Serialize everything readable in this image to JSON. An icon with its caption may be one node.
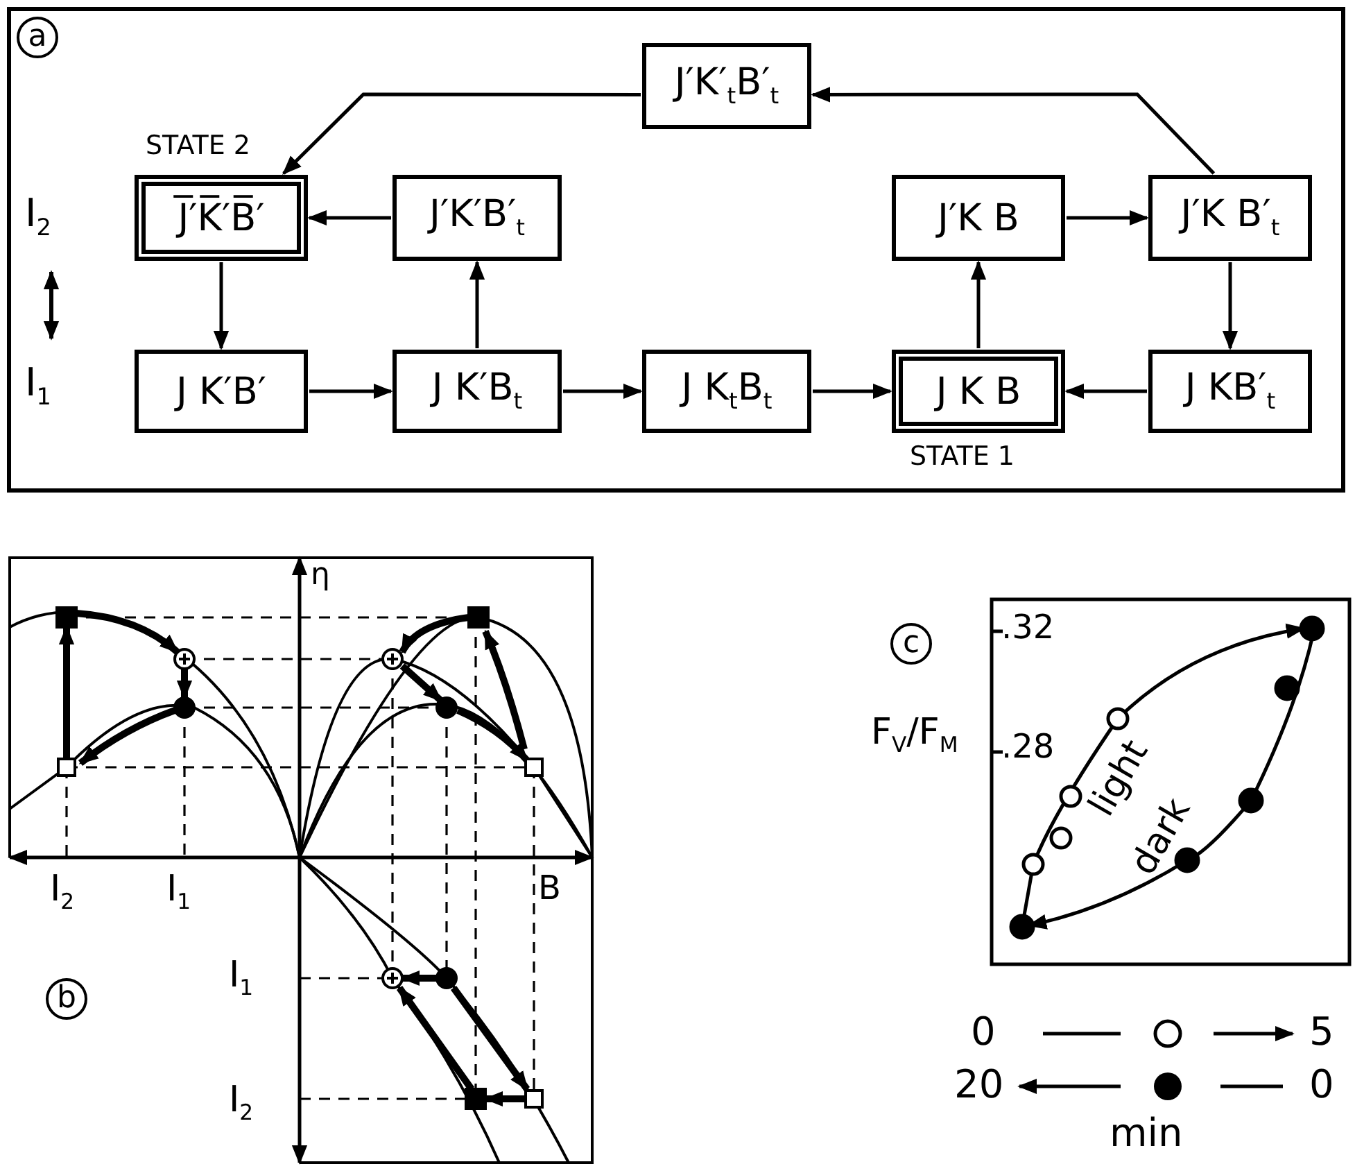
{
  "diagram": {
    "nodes": [
      {
        "text": [
          "a"
        ]
      },
      {
        "text": [
          "J′K′$_{t}$B′$_{t}$"
        ],
        "in": 0
      },
      {
        "text": [
          "J̅′K̅′B̅′"
        ],
        "in": 0,
        "beside": [
          "STATE 2"
        ]
      },
      {
        "text": [
          "J′K′B′$_{t}$"
        ],
        "in": 0
      },
      {
        "text": [
          "J′K B"
        ],
        "in": 0
      },
      {
        "text": [
          "J′K B′$_{t}$"
        ],
        "in": 0
      },
      {
        "text": [
          "J K′B′"
        ],
        "in": 0
      },
      {
        "text": [
          "J K′B$_{t}$"
        ],
        "in": 0
      },
      {
        "text": [
          "J K$_{t}$B$_{t}$"
        ],
        "in": 0
      },
      {
        "text": [
          "J K B"
        ],
        "in": 0,
        "beside": [
          "STATE 1"
        ]
      },
      {
        "text": [
          "J KB′$_{t}$"
        ],
        "in": 0
      }
    ],
    "edges": [
      {
        "from": 5,
        "to": 1,
        "arrow": "to"
      },
      {
        "from": 1,
        "to": 2,
        "arrow": "to"
      },
      {
        "from": 3,
        "to": 2,
        "arrow": "to"
      },
      {
        "from": 2,
        "to": 6,
        "arrow": "to"
      },
      {
        "from": 6,
        "to": 7,
        "arrow": "to"
      },
      {
        "from": 7,
        "to": 3,
        "arrow": "to"
      },
      {
        "from": 7,
        "to": 8,
        "arrow": "to"
      },
      {
        "from": 8,
        "to": 9,
        "arrow": "to"
      },
      {
        "from": 9,
        "to": 4,
        "arrow": "to"
      },
      {
        "from": 4,
        "to": 5,
        "arrow": "to"
      },
      {
        "from": 5,
        "to": 10,
        "arrow": "to"
      },
      {
        "from": 10,
        "to": 9,
        "arrow": "to"
      }
    ],
    "labels": [
      "I$_{2}$",
      "I$_{1}$",
      "η",
      "I$_{2}$",
      "I$_{1}$",
      "B",
      "I$_{1}$",
      "b",
      "I$_{2}$",
      "c",
      ".32",
      "F$_{V}$/F$_{M}$",
      ".28",
      "light",
      "dark",
      "0",
      "5",
      "20",
      "0",
      "min"
    ]
  }
}
